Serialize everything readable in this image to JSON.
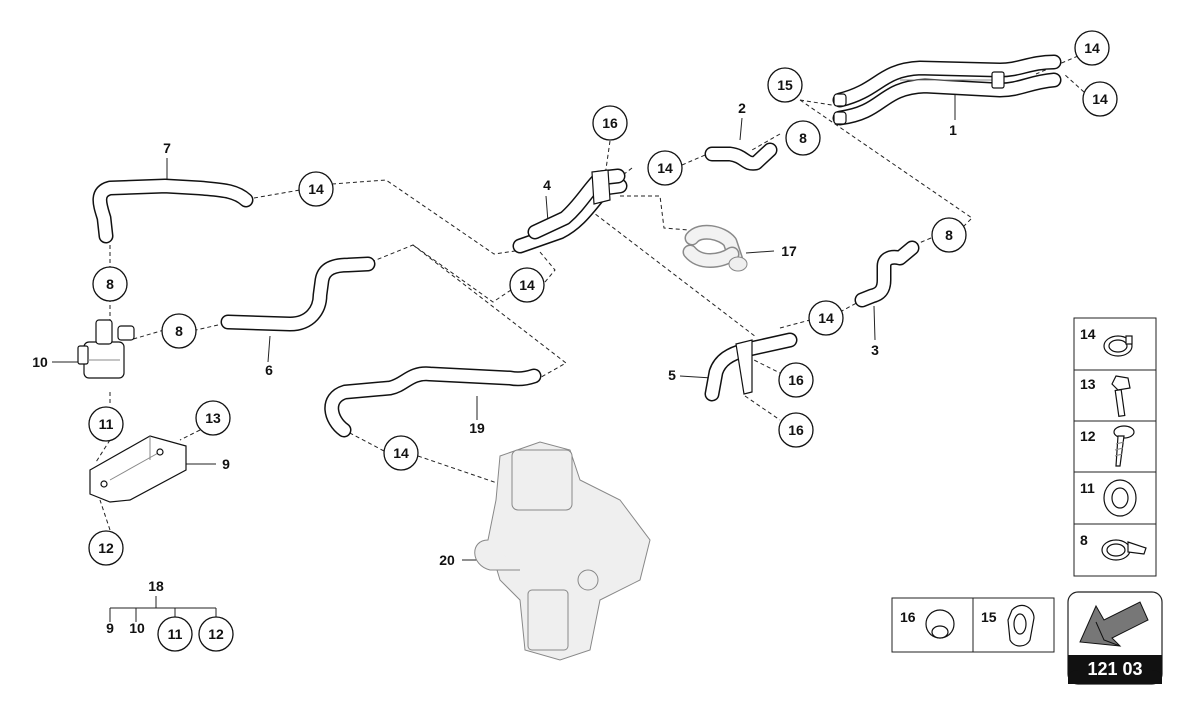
{
  "diagram": {
    "callouts": {
      "c14a": "14",
      "c14b": "14",
      "c15": "15",
      "c16a": "16",
      "c8a": "8",
      "c14c": "14",
      "c14d": "14",
      "c14e": "14",
      "c8b": "8",
      "c14f": "14",
      "c8c": "8",
      "c8d": "8",
      "c16b": "16",
      "c16c": "16",
      "c11a": "11",
      "c13": "13",
      "c12a": "12",
      "c14g": "14",
      "c11b": "11",
      "c12b": "12"
    },
    "labels": {
      "l1": "1",
      "l2": "2",
      "l3": "3",
      "l4": "4",
      "l5": "5",
      "l6": "6",
      "l7": "7",
      "l9": "9",
      "l10": "10",
      "l17": "17",
      "l18": "18",
      "l19": "19",
      "l20": "20",
      "g9": "9",
      "g10": "10"
    },
    "legend": {
      "items": [
        "14",
        "13",
        "12",
        "11",
        "8"
      ],
      "bottom": [
        "16",
        "15"
      ]
    },
    "page_code": "121 03"
  }
}
